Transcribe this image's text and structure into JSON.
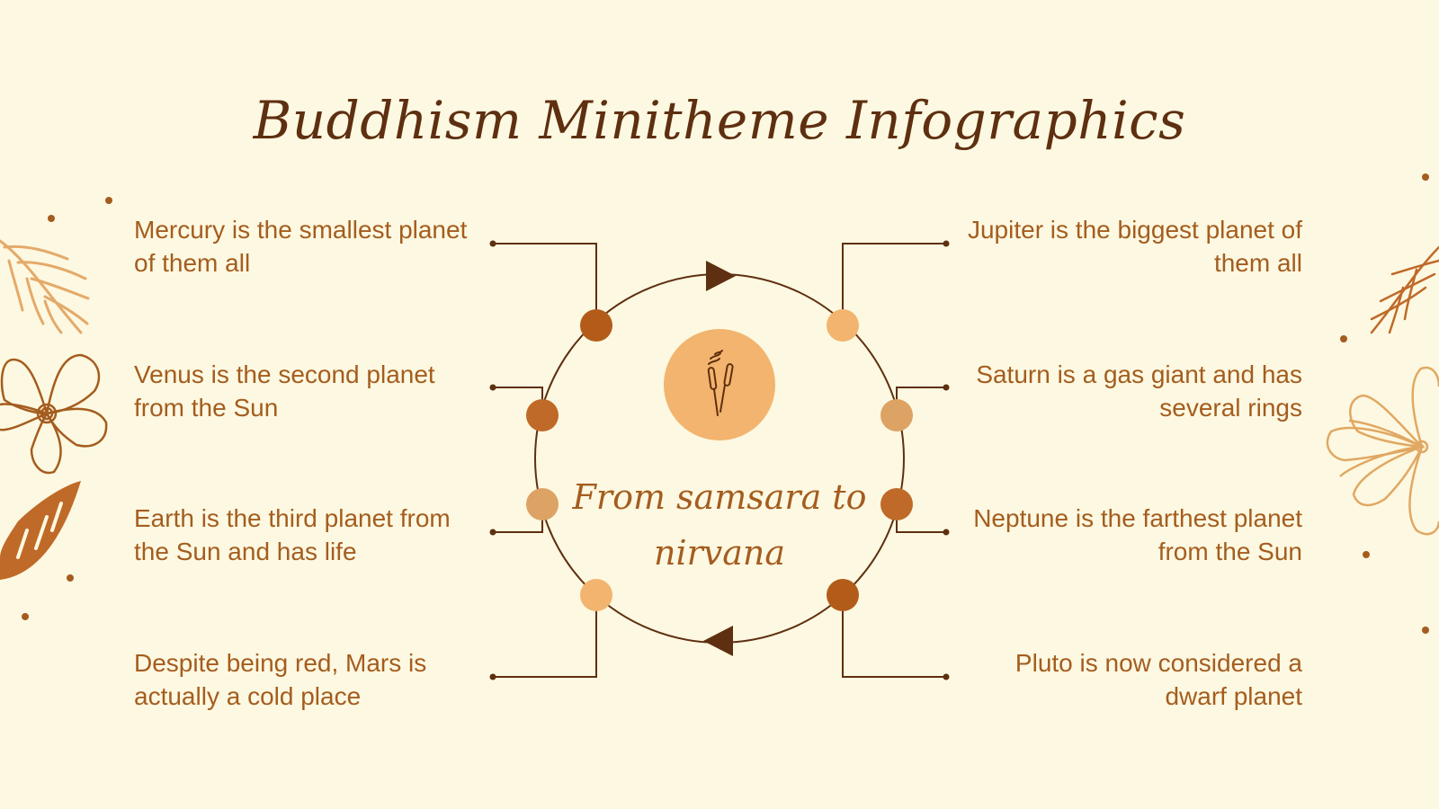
{
  "slide": {
    "title": "Buddhism Minitheme Infographics",
    "center_caption": "From samsara to nirvana",
    "center_icon": "incense-sticks-icon",
    "colors": {
      "background": "#fdf8e1",
      "title": "#5e2f10",
      "text": "#a45d1f",
      "line": "#5e2f10",
      "icon_bg": "#f2b46e",
      "node_dark": "#b35c1a",
      "node_medium": "#bf6a28",
      "node_tan": "#dca365",
      "node_light": "#f2b46e"
    }
  },
  "left_items": [
    {
      "text": "Mercury is the smallest planet of them all",
      "node_color": "#b35c1a"
    },
    {
      "text": "Venus is the second planet from the Sun",
      "node_color": "#bf6a28"
    },
    {
      "text": "Earth is the third planet from the Sun and has life",
      "node_color": "#dca365"
    },
    {
      "text": "Despite being red, Mars is actually a cold place",
      "node_color": "#f2b46e"
    }
  ],
  "right_items": [
    {
      "text": "Jupiter is the biggest planet of them all",
      "node_color": "#f2b46e"
    },
    {
      "text": "Saturn is a gas giant and has several rings",
      "node_color": "#dca365"
    },
    {
      "text": "Neptune is the farthest planet from the Sun",
      "node_color": "#bf6a28"
    },
    {
      "text": "Pluto is now considered a dwarf planet",
      "node_color": "#b35c1a"
    }
  ]
}
